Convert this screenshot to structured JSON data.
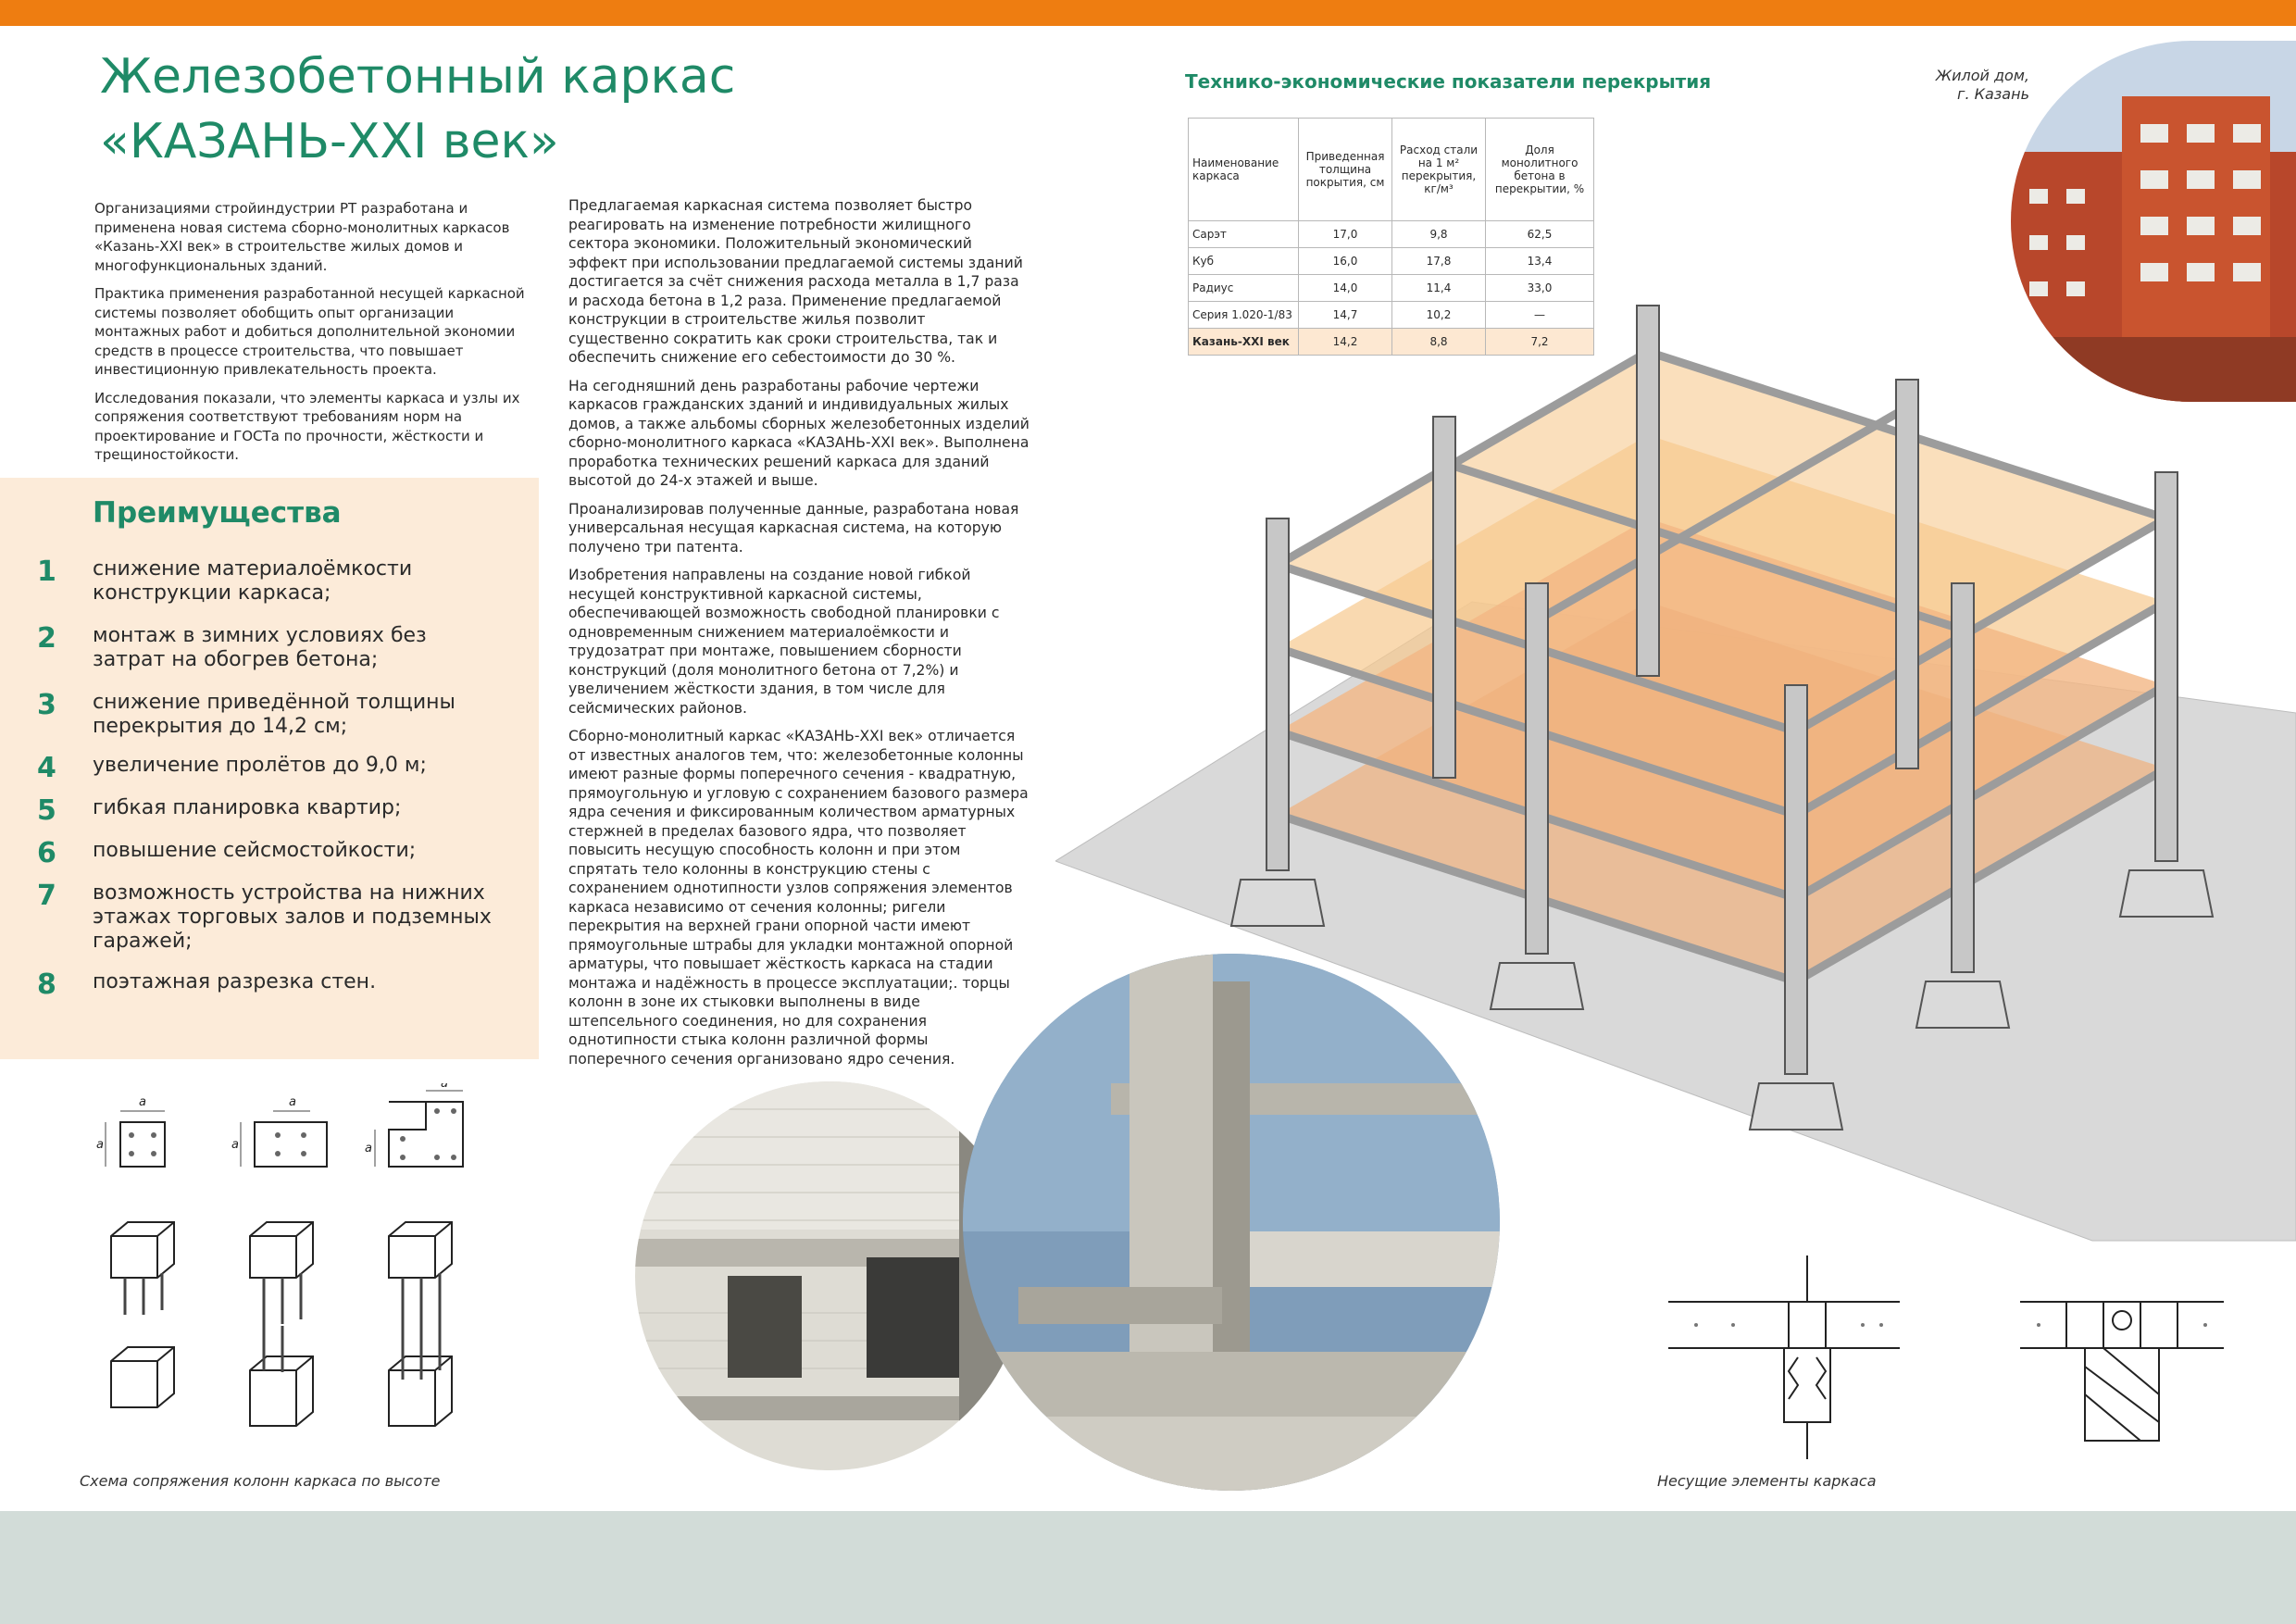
{
  "title": {
    "line1": "Железобетонный каркас",
    "line2": "«КАЗАНЬ-XXI век»"
  },
  "intro_paragraphs": [
    "Организациями стройиндустрии РТ разработана и применена новая система сборно-монолитных каркасов «Казань-XXI век» в строительстве жилых домов и многофункциональных зданий.",
    "Практика применения разработанной несущей каркасной системы позволяет обобщить опыт организации монтажных работ и добиться дополнительной экономии средств в процессе строительства, что повышает инвестиционную привлекательность проекта.",
    "Исследования показали, что элементы каркаса и узлы их сопряжения соответствуют требованиям норм на проектирование и ГОСТа по прочности, жёсткости и трещиностойкости."
  ],
  "advantages": {
    "title": "Преимущества",
    "items": [
      {
        "num": "1",
        "text": "снижение материалоёмкости конструкции каркаса;"
      },
      {
        "num": "2",
        "text": "монтаж в зимних условиях без затрат на обогрев бетона;"
      },
      {
        "num": "3",
        "text": "снижение приведённой толщины перекрытия до 14,2 см;"
      },
      {
        "num": "4",
        "text": "увеличение пролётов до 9,0 м;"
      },
      {
        "num": "5",
        "text": "гибкая планировка квартир;"
      },
      {
        "num": "6",
        "text": "повышение сейсмостойкости;"
      },
      {
        "num": "7",
        "text": "возможность устройства на нижних этажах торговых залов и подземных гаражей;"
      },
      {
        "num": "8",
        "text": "поэтажная разрезка стен."
      }
    ]
  },
  "main_paragraphs": [
    "Предлагаемая каркасная система позволяет быстро реагировать на изменение потребности жилищного сектора экономики. Положительный экономический эффект при использовании предлагаемой системы зданий достигается за счёт снижения расхода металла в 1,7 раза и расхода бетона в 1,2 раза. Применение предлагаемой конструкции в строительстве жилья позволит существенно сократить как сроки строительства, так и обеспечить снижение его себестоимости до 30 %.",
    "На сегодняшний день разработаны рабочие чертежи каркасов гражданских зданий и индивидуальных жилых домов, а также альбомы сборных железобетонных изделий сборно-монолитного каркаса «КАЗАНЬ-XXI век». Выполнена проработка технических решений каркаса для зданий высотой до 24-х этажей и выше.",
    "Проанализировав полученные данные, разработана новая универсальная несущая каркасная система, на которую получено три патента.",
    "Изобретения направлены на создание новой гибкой несущей конструктивной каркасной системы, обеспечивающей возможность свободной планировки с одновременным снижением материалоёмкости и трудозатрат при монтаже, повышением сборности конструкций (доля монолитного бетона от 7,2%) и увеличением жёсткости здания, в том числе для сейсмических районов.",
    "Сборно-монолитный каркас «КАЗАНЬ-XXI век» отличается от известных аналогов тем, что: железобетонные колонны имеют разные формы поперечного сечения - квадратную, прямоугольную и угловую с сохранением базового размера ядра сечения и фиксированным количеством арматурных стержней в пределах базового ядра, что позволяет повысить несущую способность колонн и при этом спрятать тело колонны в конструкцию стены с сохранением однотипности узлов сопряжения элементов каркаса независимо от сечения колонны; ригели перекрытия на верхней грани опорной части имеют прямоугольные штрабы для укладки монтажной опорной арматуры, что повышает жёсткость каркаса на стадии монтажа и надёжность в процессе эксплуатации;. торцы колонн в зоне их стыковки выполнены в виде штепсельного соединения, но для сохранения однотипности стыка колонн различной формы поперечного сечения организовано ядро сечения."
  ],
  "table": {
    "title": "Технико-экономические показатели перекрытия",
    "headers": [
      "Наименование каркаса",
      "Приведенная толщина покрытия, см",
      "Расход стали на 1 м² перекрытия, кг/м³",
      "Доля монолитного бетона в перекрытии, %"
    ],
    "rows": [
      [
        "Сарэт",
        "17,0",
        "9,8",
        "62,5"
      ],
      [
        "Куб",
        "16,0",
        "17,8",
        "13,4"
      ],
      [
        "Радиус",
        "14,0",
        "11,4",
        "33,0"
      ],
      [
        "Серия 1.020-1/83",
        "14,7",
        "10,2",
        "—"
      ],
      [
        "Казань-XXI век",
        "14,2",
        "8,8",
        "7,2"
      ]
    ]
  },
  "house_label": {
    "line1": "Жилой дом,",
    "line2": "г. Казань"
  },
  "captions": {
    "columns_scheme": "Схема сопряжения колонн каркаса по высоте",
    "bearing_elements": "Несущие элементы каркаса"
  },
  "dimension_label": "a",
  "colors": {
    "accent_green": "#1f8a67",
    "top_bar": "#ee7d11",
    "panel": "#fcebd9",
    "bottom_bar": "#d2dcd8",
    "slab": "#f6c98f"
  }
}
